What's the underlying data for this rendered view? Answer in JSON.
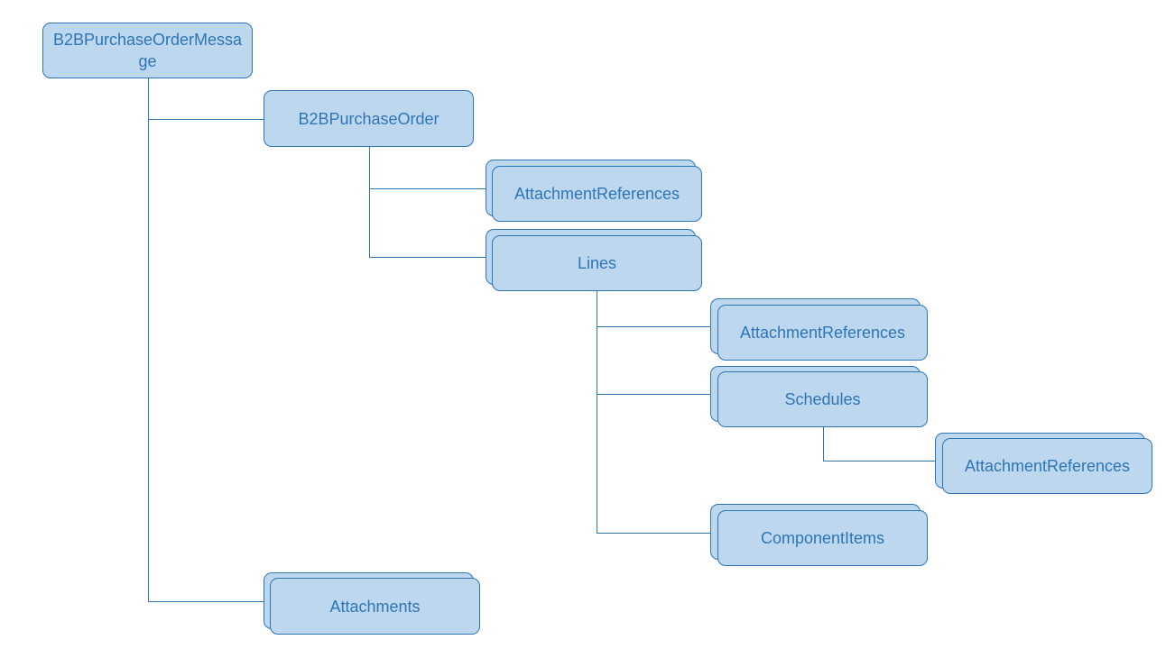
{
  "diagram": {
    "root": "B2BPurchaseOrderMessage",
    "purchase_order": "B2BPurchaseOrder",
    "po_attachment_references": "AttachmentReferences",
    "lines": "Lines",
    "line_attachment_references": "AttachmentReferences",
    "schedules": "Schedules",
    "schedule_attachment_references": "AttachmentReferences",
    "component_items": "ComponentItems",
    "attachments": "Attachments"
  },
  "colors": {
    "node_fill": "#bdd7ee",
    "node_border": "#2e75b6",
    "node_text": "#2e75b6",
    "connector": "#2e75b6"
  }
}
